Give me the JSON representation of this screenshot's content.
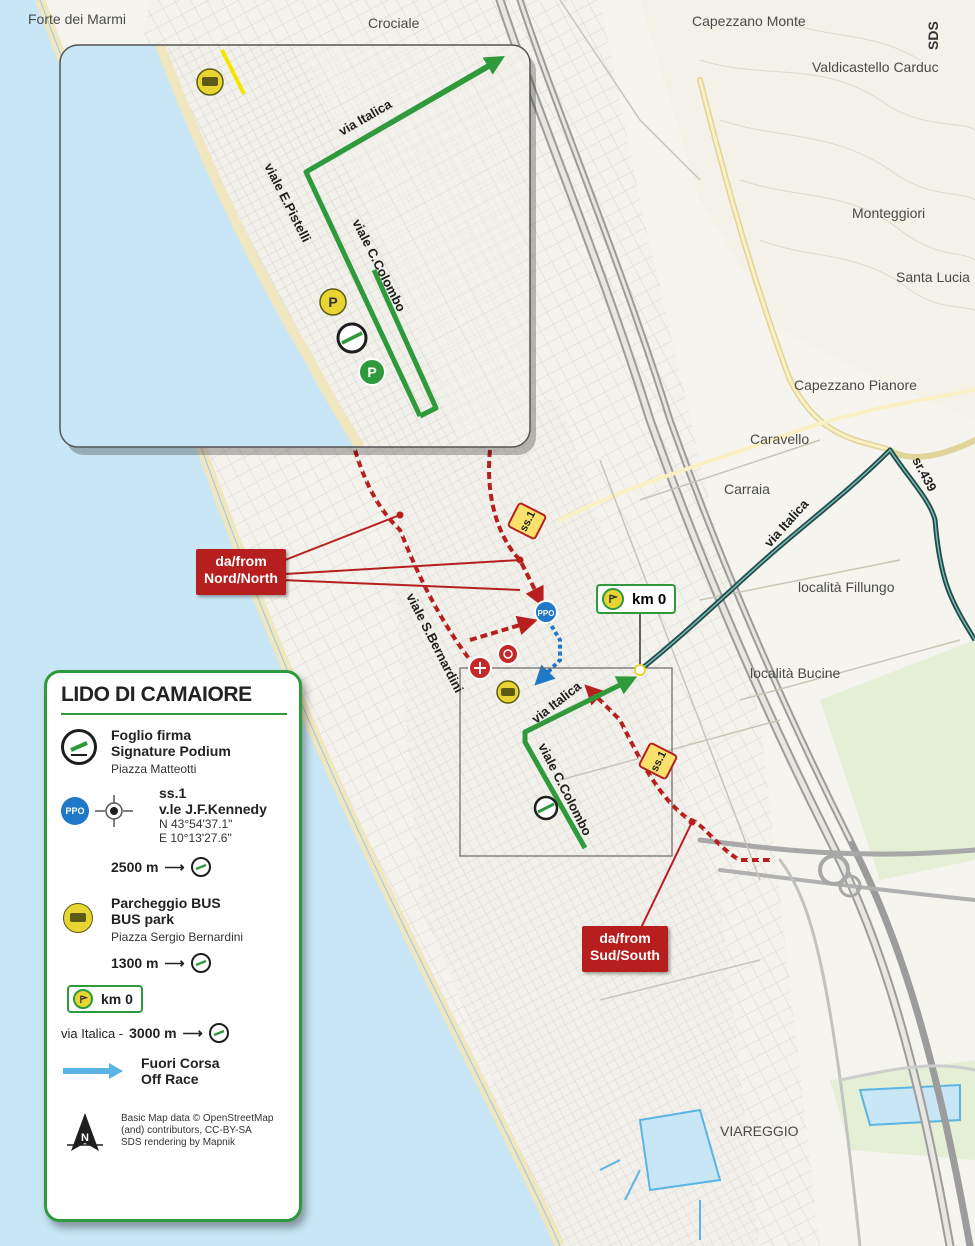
{
  "map": {
    "places": {
      "forte_dei_marmi": "Forte dei Marmi",
      "crociale": "Crociale",
      "capezzano_monte": "Capezzano Monte",
      "valdicastello": "Valdicastello Carduc",
      "monteggiori": "Monteggiori",
      "santa_lucia": "Santa Lucia",
      "capezzano_pianore": "Capezzano Pianore",
      "caravello": "Caravello",
      "carraia": "Carraia",
      "fillungo": "località Fillungo",
      "bucine": "località Bucine",
      "viareggio": "VIAREGGIO",
      "sds_mark": "SDS"
    },
    "streets": {
      "via_italica_inset": "via Italica",
      "viale_pistelli": "viale E.Pistelli",
      "viale_colombo_inset": "viale C.Colombo",
      "viale_bernardini": "viale S.Bernardini",
      "via_italica_main": "via Italica",
      "via_italica_route": "via Italica",
      "viale_colombo_main": "viale C.Colombo",
      "sr439": "sr.439",
      "ss1_north": "ss.1",
      "ss1_south": "ss.1"
    },
    "parking_symbol": "P",
    "ppo_symbol": "PPO",
    "callout_north": {
      "line1": "da/from",
      "line2": "Nord/North"
    },
    "callout_south": {
      "line1": "da/from",
      "line2": "Sud/South"
    },
    "km0_badge": "km 0",
    "colors": {
      "sea": "#c8e6f5",
      "land": "#f6f4ee",
      "route_green": "#2e9a3c",
      "route_dark": "#1e4d4a",
      "access_red": "#b71f1f",
      "off_race_blue": "#5ab4e4",
      "ppo_blue": "#1f78c8",
      "bus_yellow": "#e9d531"
    }
  },
  "legend": {
    "title": "LIDO DI CAMAIORE",
    "podium": {
      "line1": "Foglio firma",
      "line2": "Signature Podium",
      "place": "Piazza Matteotti"
    },
    "ppo": {
      "line1": "ss.1",
      "line2": "v.le J.F.Kennedy",
      "lat": "N 43°54'37.1\"",
      "lon": "E 10°13'27.6\"",
      "distance": "2500 m",
      "symbol": "PPO"
    },
    "bus": {
      "line1": "Parcheggio BUS",
      "line2": "BUS park",
      "place": "Piazza Sergio Bernardini",
      "distance": "1300 m"
    },
    "km0": {
      "badge": "km 0",
      "street": "via Italica -",
      "distance": "3000 m"
    },
    "off_race": {
      "line1": "Fuori Corsa",
      "line2": "Off Race"
    },
    "north_label": "N",
    "credits": {
      "line1": "Basic Map data © OpenStreetMap",
      "line2": "(and) contributors, CC-BY-SA",
      "line3": "SDS rendering by Mapnik"
    }
  }
}
